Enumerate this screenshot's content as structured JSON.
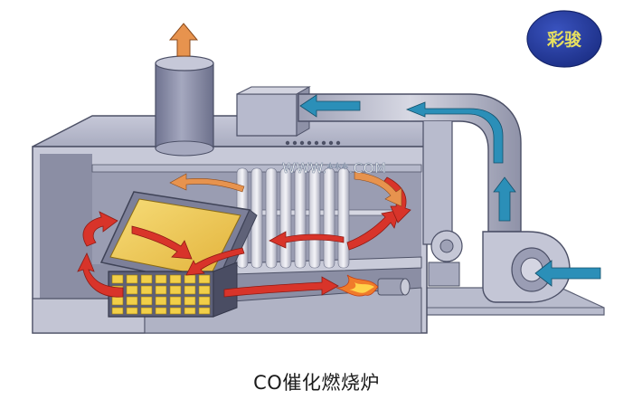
{
  "badge": {
    "label": "彩骏",
    "fill": "#243a9c",
    "text_color": "#e8e060"
  },
  "watermark": {
    "text": "WWW.***.COM"
  },
  "caption": {
    "text": "CO催化燃烧炉"
  },
  "colors": {
    "housing_face": "#c9cbda",
    "housing_top": "#b7bacd",
    "interior": "#7c7f95",
    "catalyst_panel": "#e9c34a",
    "hot_flow": "#d8342a",
    "cool_flow": "#2b8fb8",
    "exhaust_arrow": "#e7934e"
  }
}
